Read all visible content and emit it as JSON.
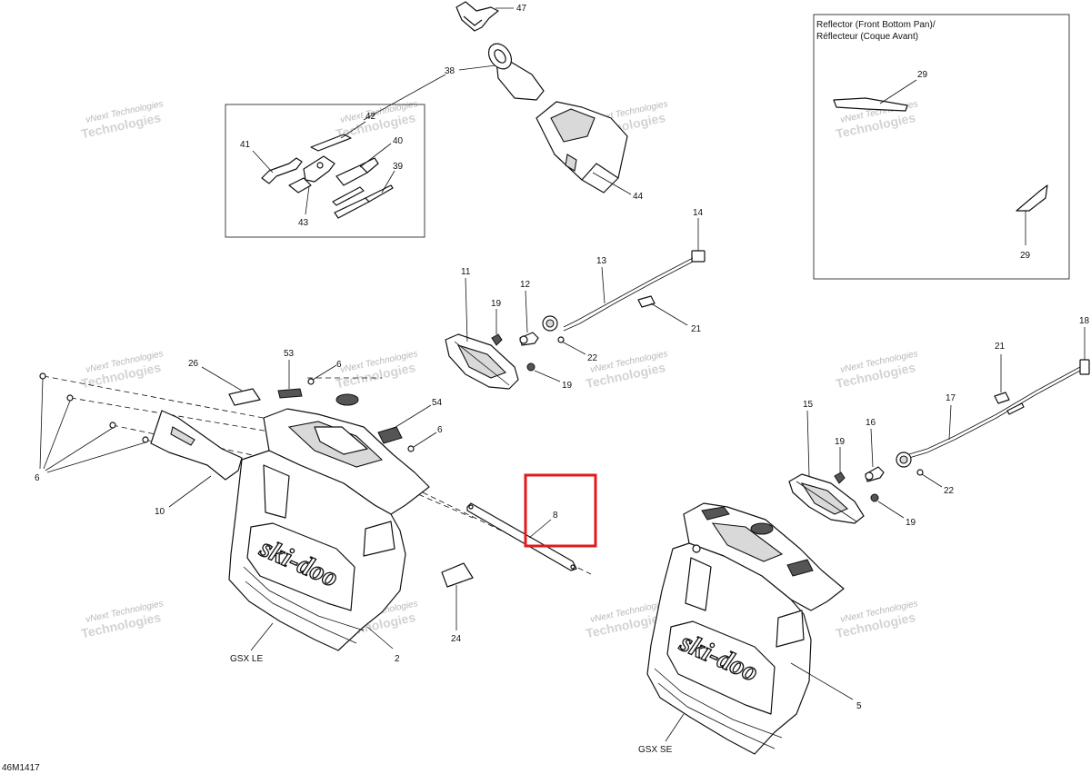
{
  "diagram_id": "46M1417",
  "inset_box": {
    "title_line1": "Reflector (Front Bottom Pan)/",
    "title_line2": "Réflecteur (Coque Avant)"
  },
  "model_labels": {
    "left": "GSX LE",
    "right": "GSX SE"
  },
  "logo_text": "ski-doo",
  "watermark": {
    "line1": "vNext Technologies",
    "line2": "Technologies"
  },
  "callouts": {
    "c47": "47",
    "c38": "38",
    "c42": "42",
    "c41": "41",
    "c40": "40",
    "c39": "39",
    "c43": "43",
    "c44": "44",
    "c29a": "29",
    "c29b": "29",
    "c14": "14",
    "c13": "13",
    "c11": "11",
    "c12": "12",
    "c19a": "19",
    "c19b": "19",
    "c22a": "22",
    "c21a": "21",
    "c18": "18",
    "c21b": "21",
    "c17": "17",
    "c15": "15",
    "c16": "16",
    "c19c": "19",
    "c19d": "19",
    "c22b": "22",
    "c26": "26",
    "c53": "53",
    "c6a": "6",
    "c54": "54",
    "c6b": "6",
    "c6c": "6",
    "c10": "10",
    "c8": "8",
    "c24": "24",
    "c2": "2",
    "c5": "5"
  },
  "highlight": {
    "target_callout": "8",
    "color": "#e01b1b"
  }
}
